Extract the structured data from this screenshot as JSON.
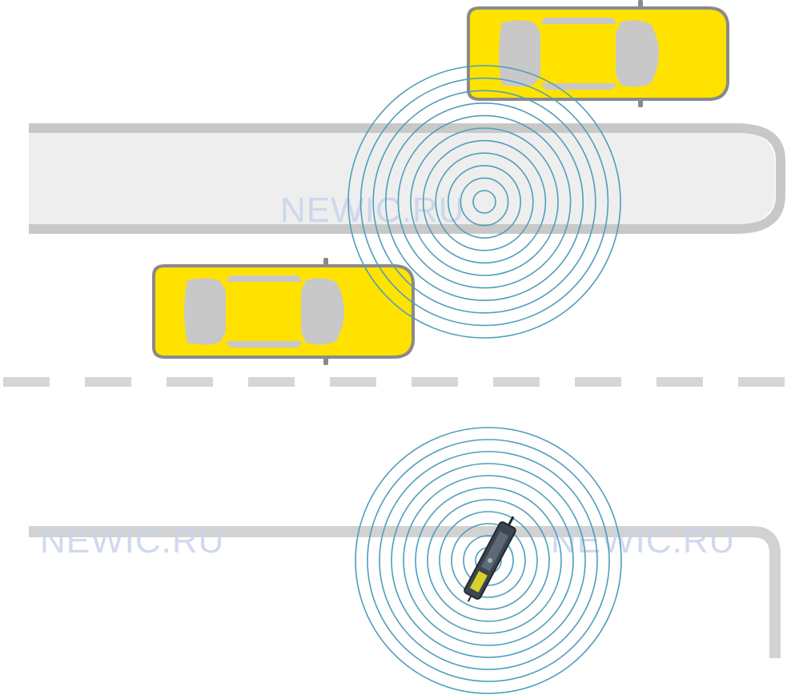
{
  "watermark": {
    "text": "NEWIC.RU",
    "color": "#c9d3ea",
    "occurrences": 3
  },
  "colors": {
    "car_body": "#ffe200",
    "car_glass": "#c8c8c8",
    "car_outline": "#8a8a8a",
    "tube_outline": "#c8c8c8",
    "tube_fill": "#eeeeee",
    "loop_wire": "#d2d2d2",
    "lane_dash": "#d6d6d6",
    "signal_ring": "#4e9fba",
    "sensor_body": "#3c4650"
  },
  "icons": {
    "vehicle": "car-topview-icon",
    "sensor": "sensor-device-icon"
  },
  "signal_rings": {
    "upper_count": 11,
    "lower_count": 11
  }
}
